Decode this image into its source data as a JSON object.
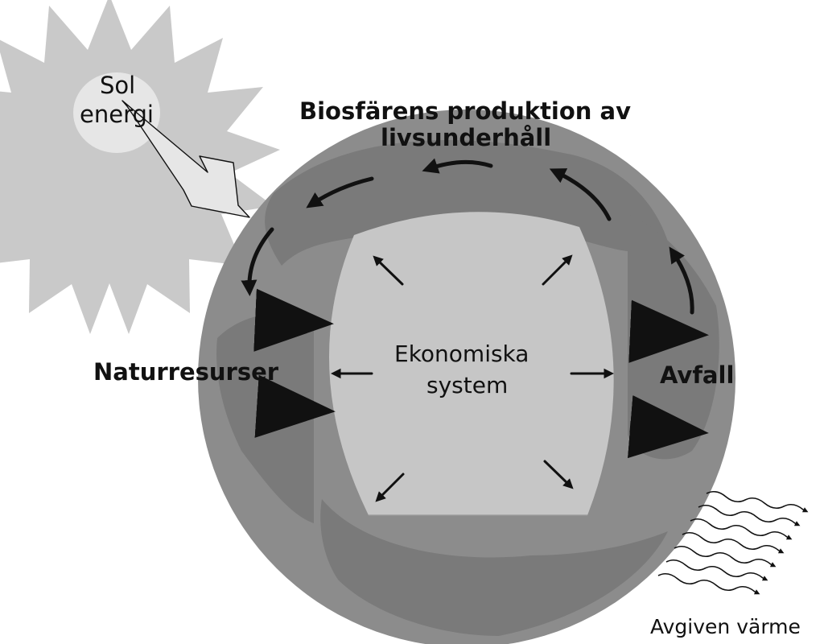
{
  "labels": {
    "sun_line1": "Sol",
    "sun_line2": "energi",
    "bio_line1": "Biosfärens produktion av",
    "bio_line2": "livsunderhåll",
    "natural_resources": "Naturresurser",
    "waste": "Avfall",
    "econ_line1": "Ekonomiska",
    "econ_line2": "system",
    "heat": "Avgiven värme"
  },
  "colors": {
    "background": "#ffffff",
    "globe_ocean": "#8c8c8c",
    "globe_land": "#7a7a7a",
    "core": "#c6c6c6",
    "sun_rays": "#c9c9c9",
    "sun_disc": "#e6e6e6",
    "arrows": "#111111"
  },
  "icons": {
    "sun": "sun-icon",
    "globe": "globe-icon",
    "heat_waves": "heat-wave-arrows-icon"
  }
}
